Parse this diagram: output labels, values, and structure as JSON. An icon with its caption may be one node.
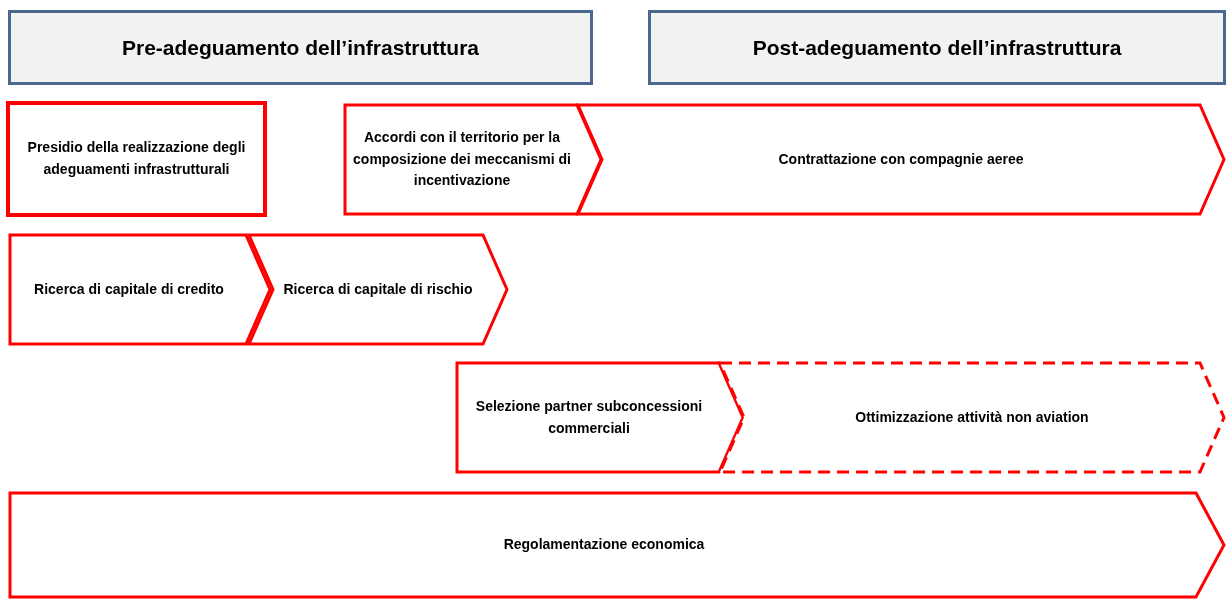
{
  "diagram": {
    "nodes": [
      {
        "text": [
          "Pre-adeguamento dell’infrastruttura"
        ]
      },
      {
        "text": [
          "Post-adeguamento dell’infrastruttura"
        ]
      },
      {
        "text": [
          "Presidio della realizzazione degli adeguamenti infrastrutturali"
        ]
      },
      {
        "text": [
          "Accordi con il territorio per la composizione dei meccanismi di incentivazione"
        ]
      },
      {
        "text": [
          "Contrattazione con compagnie aeree"
        ]
      },
      {
        "text": [
          "Ricerca di capitale di credito"
        ]
      },
      {
        "text": [
          "Ricerca di capitale di rischio"
        ]
      },
      {
        "text": [
          "Selezione partner subconcessioni commerciali"
        ]
      },
      {
        "text": [
          "Ottimizzazione attività non aviation"
        ]
      },
      {
        "text": [
          "Regolamentazione economica"
        ]
      }
    ]
  }
}
